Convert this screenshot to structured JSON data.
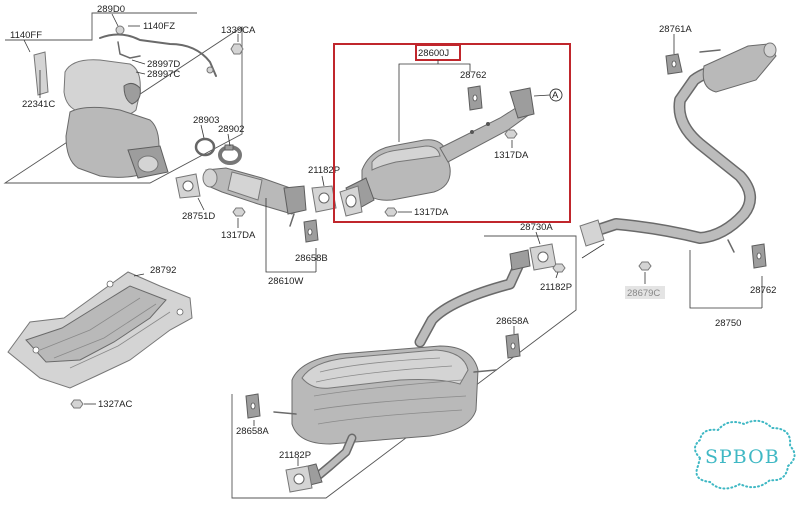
{
  "labels": {
    "l_289d0": "289D0",
    "l_1140fz": "1140FZ",
    "l_1140ff": "1140FF",
    "l_1339ca": "1339CA",
    "l_28997d": "28997D",
    "l_28997c": "28997C",
    "l_22341c": "22341C",
    "l_28903": "28903",
    "l_28902": "28902",
    "l_28751d": "28751D",
    "l_1317da_a": "1317DA",
    "l_21182p_a": "21182P",
    "l_28658b": "28658B",
    "l_28610w": "28610W",
    "l_28600j": "28600J",
    "l_28762_a": "28762",
    "l_1317da_b": "1317DA",
    "l_1317da_c": "1317DA",
    "l_marker_a": "A",
    "l_28761a": "28761A",
    "l_28762_b": "28762",
    "l_28750": "28750",
    "l_28679c": "28679C",
    "l_28730a": "28730A",
    "l_21182p_b": "21182P",
    "l_28658a_a": "28658A",
    "l_28658a_b": "28658A",
    "l_21182p_c": "21182P",
    "l_28792": "28792",
    "l_1327ac": "1327AC"
  },
  "watermark": {
    "text": "SPBOB",
    "color": "#3fb8c4"
  },
  "highlight": {
    "color": "#c0262c"
  }
}
